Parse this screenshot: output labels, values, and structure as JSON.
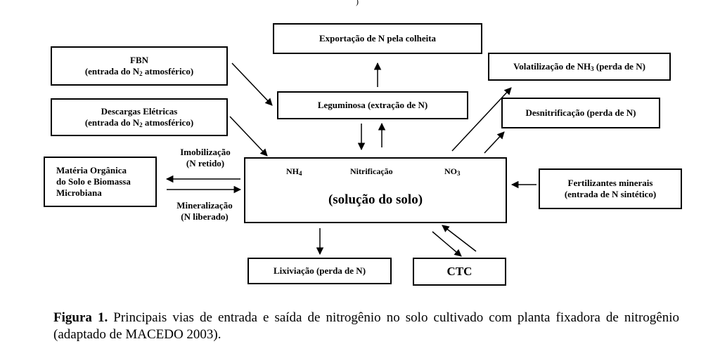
{
  "top_mark": ")",
  "boxes": {
    "exportacao": "Exportação de N pela colheita",
    "fbn": {
      "line1": "FBN",
      "line2_pre": "(entrada do N",
      "line2_sub": "2",
      "line2_post": " atmosférico)"
    },
    "descargas": {
      "line1": "Descargas Elétricas",
      "line2_pre": "(entrada do N",
      "line2_sub": "2",
      "line2_post": " atmosférico)"
    },
    "leguminosa": "Leguminosa (extração de N)",
    "volatilizacao": {
      "pre": "Volatilização de NH",
      "sub": "3",
      "post": " (perda de N)"
    },
    "desnitrificacao": "Desnitrificação (perda de N)",
    "materia": {
      "line1": "Matéria  Orgânica",
      "line2": "do Solo e Biomassa",
      "line3": "Microbiana"
    },
    "solucao": {
      "nh4": "NH",
      "nh4_sub": "4",
      "nitrificacao": "Nitrificação",
      "no3": "NO",
      "no3_sub": "3",
      "title": "(solução do solo)"
    },
    "fertilizantes": {
      "line1": "Fertilizantes minerais",
      "line2": "(entrada de N sintético)"
    },
    "lixiviacao": "Lixiviação (perda de N)",
    "ctc": "CTC"
  },
  "labels": {
    "imobilizacao": {
      "line1": "Imobilização",
      "line2": "(N retido)"
    },
    "mineralizacao": {
      "line1": "Mineralização",
      "line2": "(N liberado)"
    }
  },
  "caption": {
    "bold": "Figura 1.",
    "text": " Principais vias de entrada e saída de nitrogênio no solo cultivado com planta fixadora de nitrogênio (adaptado de MACEDO 2003)."
  }
}
